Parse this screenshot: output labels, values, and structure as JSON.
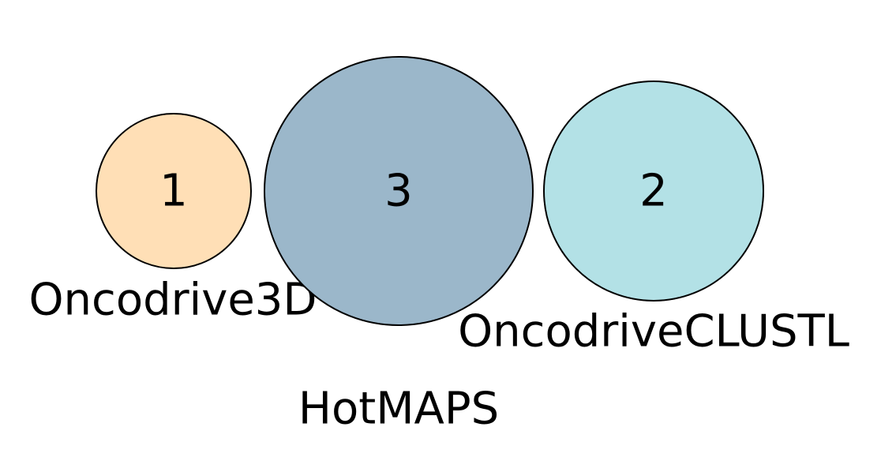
{
  "sets": [
    {
      "id": "oncodrive3d",
      "name": "Oncodrive3D",
      "count": "1",
      "color": "#ffdfb6"
    },
    {
      "id": "hotmaps",
      "name": "HotMAPS",
      "count": "3",
      "color": "#9bb7ca"
    },
    {
      "id": "oncodriveclustl",
      "name": "OncodriveCLUSTL",
      "count": "2",
      "color": "#b3e1e6"
    }
  ]
}
